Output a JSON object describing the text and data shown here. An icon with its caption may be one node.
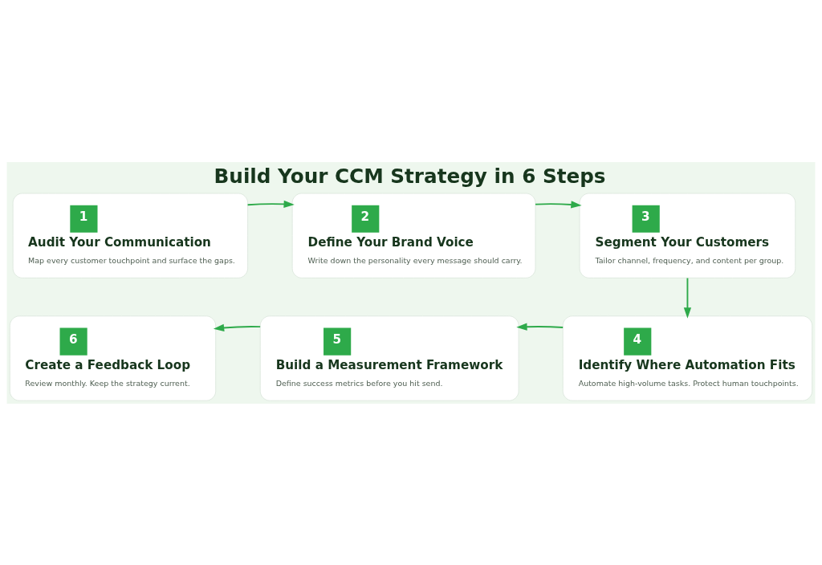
{
  "diagram": {
    "title": "Build Your CCM Strategy in 6 Steps",
    "nodes": [
      {
        "text": [
          "1",
          "Audit Your Communication",
          "Map every customer touchpoint and surface the gaps."
        ]
      },
      {
        "text": [
          "2",
          "Define Your Brand Voice",
          "Write down the personality every message should carry."
        ]
      },
      {
        "text": [
          "3",
          "Segment Your Customers",
          "Tailor channel, frequency, and content per group."
        ]
      },
      {
        "text": [
          "4",
          "Identify Where Automation Fits",
          "Automate high-volume tasks. Protect human touchpoints."
        ]
      },
      {
        "text": [
          "5",
          "Build a Measurement Framework",
          "Define success metrics before you hit send."
        ]
      },
      {
        "text": [
          "6",
          "Create a Feedback Loop",
          "Review monthly. Keep the strategy current."
        ]
      }
    ],
    "edges": [
      {
        "from": 0,
        "to": 1,
        "arrow": "to"
      },
      {
        "from": 1,
        "to": 2,
        "arrow": "to"
      },
      {
        "from": 2,
        "to": 3,
        "arrow": "to"
      },
      {
        "from": 3,
        "to": 4,
        "arrow": "to"
      },
      {
        "from": 4,
        "to": 5,
        "arrow": "to"
      }
    ]
  }
}
